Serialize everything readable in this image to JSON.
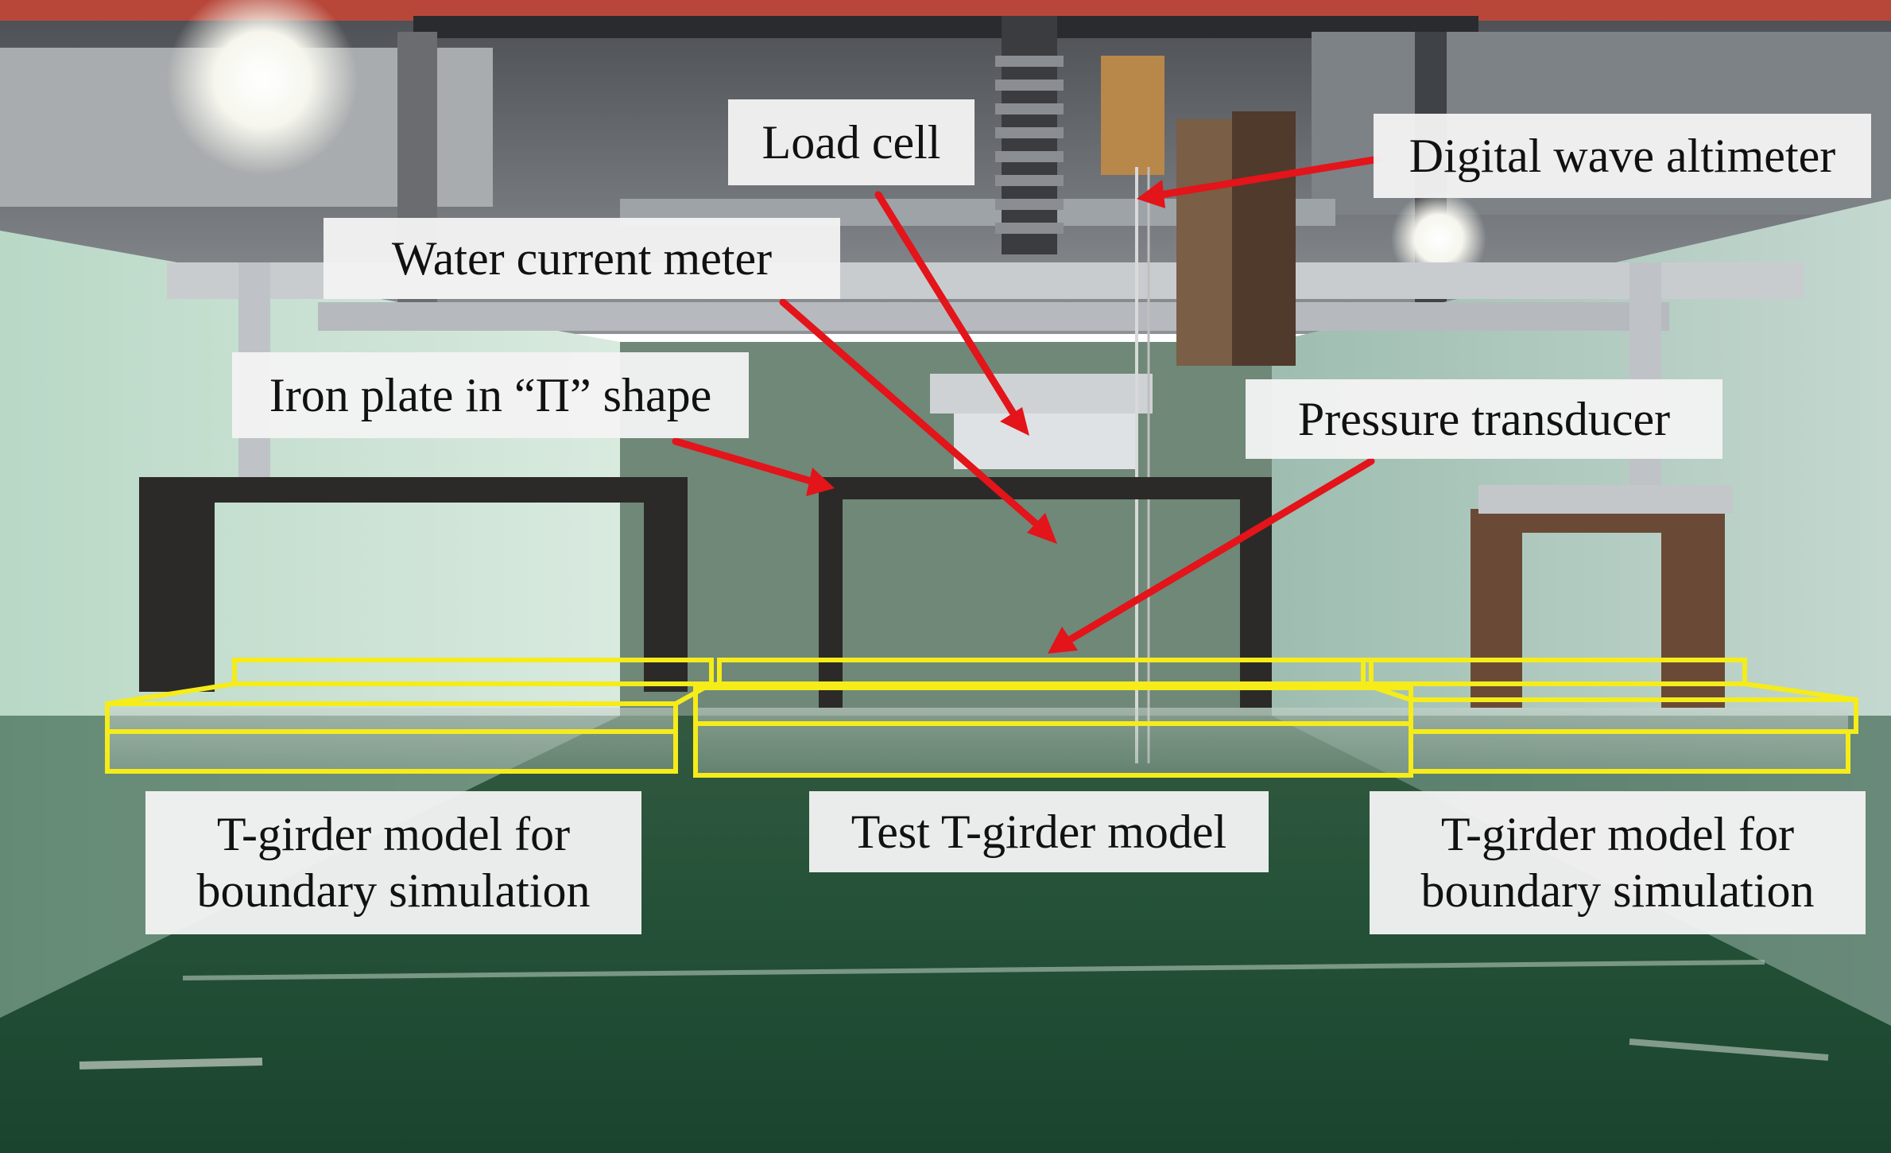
{
  "colors": {
    "arrow": "#e3141a",
    "outline": "#f5ec1a",
    "label_bg": "#f2f2f2",
    "label_text": "#111111",
    "water": "#1f4a33",
    "wall_left": "#cfe4d8"
  },
  "labels": {
    "load_cell": "Load cell",
    "digital_wave_altimeter": "Digital wave altimeter",
    "water_current_meter": "Water current meter",
    "iron_plate": "Iron plate in “Π” shape",
    "pressure_transducer": "Pressure transducer",
    "left_girder": [
      "T-girder model for",
      "boundary simulation"
    ],
    "test_girder": "Test T-girder model",
    "right_girder": [
      "T-girder model for",
      "boundary simulation"
    ]
  }
}
